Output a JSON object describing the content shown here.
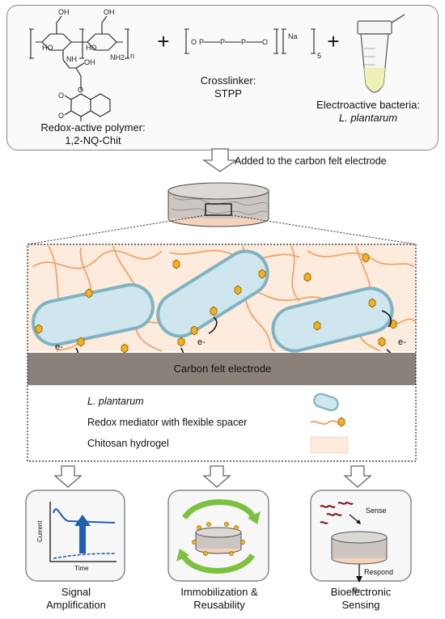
{
  "reagents": {
    "polymer": {
      "line1": "Redox-active polymer:",
      "line2": "1,2-NQ-Chit"
    },
    "crosslinker": {
      "line1": "Crosslinker:",
      "line2": "STPP"
    },
    "bacteria": {
      "line1": "Electroactive bacteria:",
      "line2": "L. plantarum"
    },
    "plus": "+",
    "formula_labels": {
      "oh": "OH",
      "ho": "HO",
      "nh": "NH",
      "nh2": "NH2",
      "n": "n",
      "o": "O",
      "na": "Na",
      "five": "5",
      "p": "P"
    }
  },
  "step_label": "Added to the carbon felt electrode",
  "zoom": {
    "electrode_label": "Carbon felt electrode",
    "electron": "e-"
  },
  "legend": {
    "items": [
      {
        "label": "L. plantarum",
        "italic": true
      },
      {
        "label": "Redox mediator with flexible spacer",
        "italic": false
      },
      {
        "label": "Chitosan hydrogel",
        "italic": false
      }
    ]
  },
  "outcomes": [
    {
      "line1": "Signal",
      "line2": "Amplification"
    },
    {
      "line1": "Immobilization &",
      "line2": "Reusability"
    },
    {
      "line1": "Bioelectronic",
      "line2": "Sensing"
    }
  ],
  "signal_plot": {
    "ylabel": "Current",
    "xlabel": "Time"
  },
  "sensing": {
    "sense": "Sense",
    "respond": "Respond",
    "electron": "e-"
  },
  "colors": {
    "bacteria_fill": "#cfe6ee",
    "bacteria_stroke": "#7fb3c2",
    "chain": "#f0a46a",
    "mediator": "#f2b21a",
    "electrode": "#8a817b",
    "hydrogel": "#fdebdd",
    "cycle_arrow": "#7cc13f",
    "signal_blue": "#1f5fb0"
  }
}
